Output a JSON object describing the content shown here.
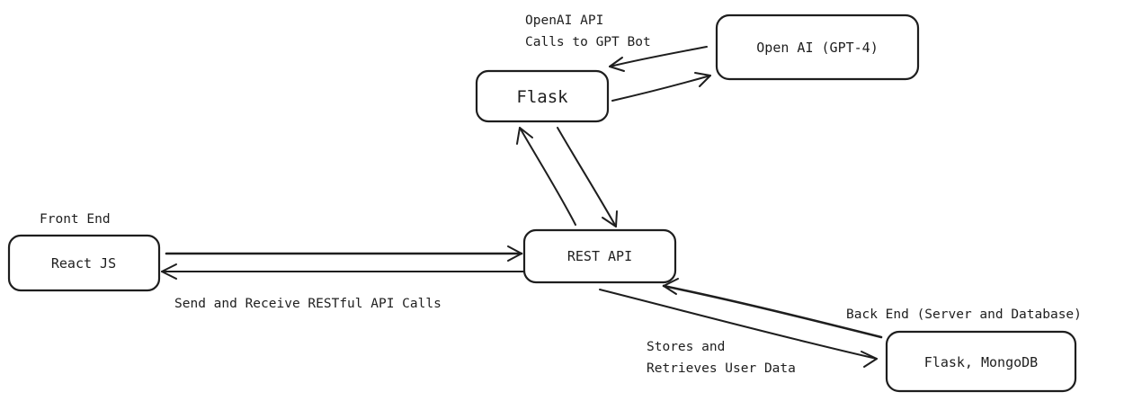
{
  "nodes": {
    "openai": {
      "label": "Open AI (GPT-4)"
    },
    "flask_top": {
      "label": "Flask"
    },
    "rest_api": {
      "label": "REST API"
    },
    "react": {
      "label": "React JS"
    },
    "backend": {
      "label": "Flask, MongoDB"
    }
  },
  "labels": {
    "openai_calls": [
      "OpenAI API",
      "Calls to GPT Bot"
    ],
    "front_end": "Front End",
    "restful_calls": "Send and Receive RESTful API Calls",
    "back_end": "Back End (Server and Database)",
    "user_data": [
      "Stores and",
      "Retrieves User Data"
    ]
  }
}
